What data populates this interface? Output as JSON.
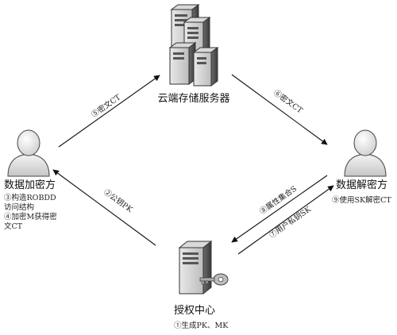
{
  "nodes": {
    "cloud": {
      "label": "云端存储服务器"
    },
    "owner": {
      "label": "数据加密方",
      "notes": [
        "③构造ROBDD",
        "访问结构",
        "④加密M获得密",
        "文CT"
      ]
    },
    "user": {
      "label": "数据解密方",
      "notes": [
        "⑨使用SK解密CT"
      ]
    },
    "authority": {
      "label": "授权中心",
      "notes": [
        "①生成PK、MK"
      ]
    }
  },
  "edges": {
    "owner_to_cloud": "⑤密文CT",
    "cloud_to_user": "⑥密文CT",
    "authority_to_owner": "②公钥PK",
    "user_to_authority": "⑧属性集合S",
    "authority_to_user": "⑦用户私钥SK"
  }
}
